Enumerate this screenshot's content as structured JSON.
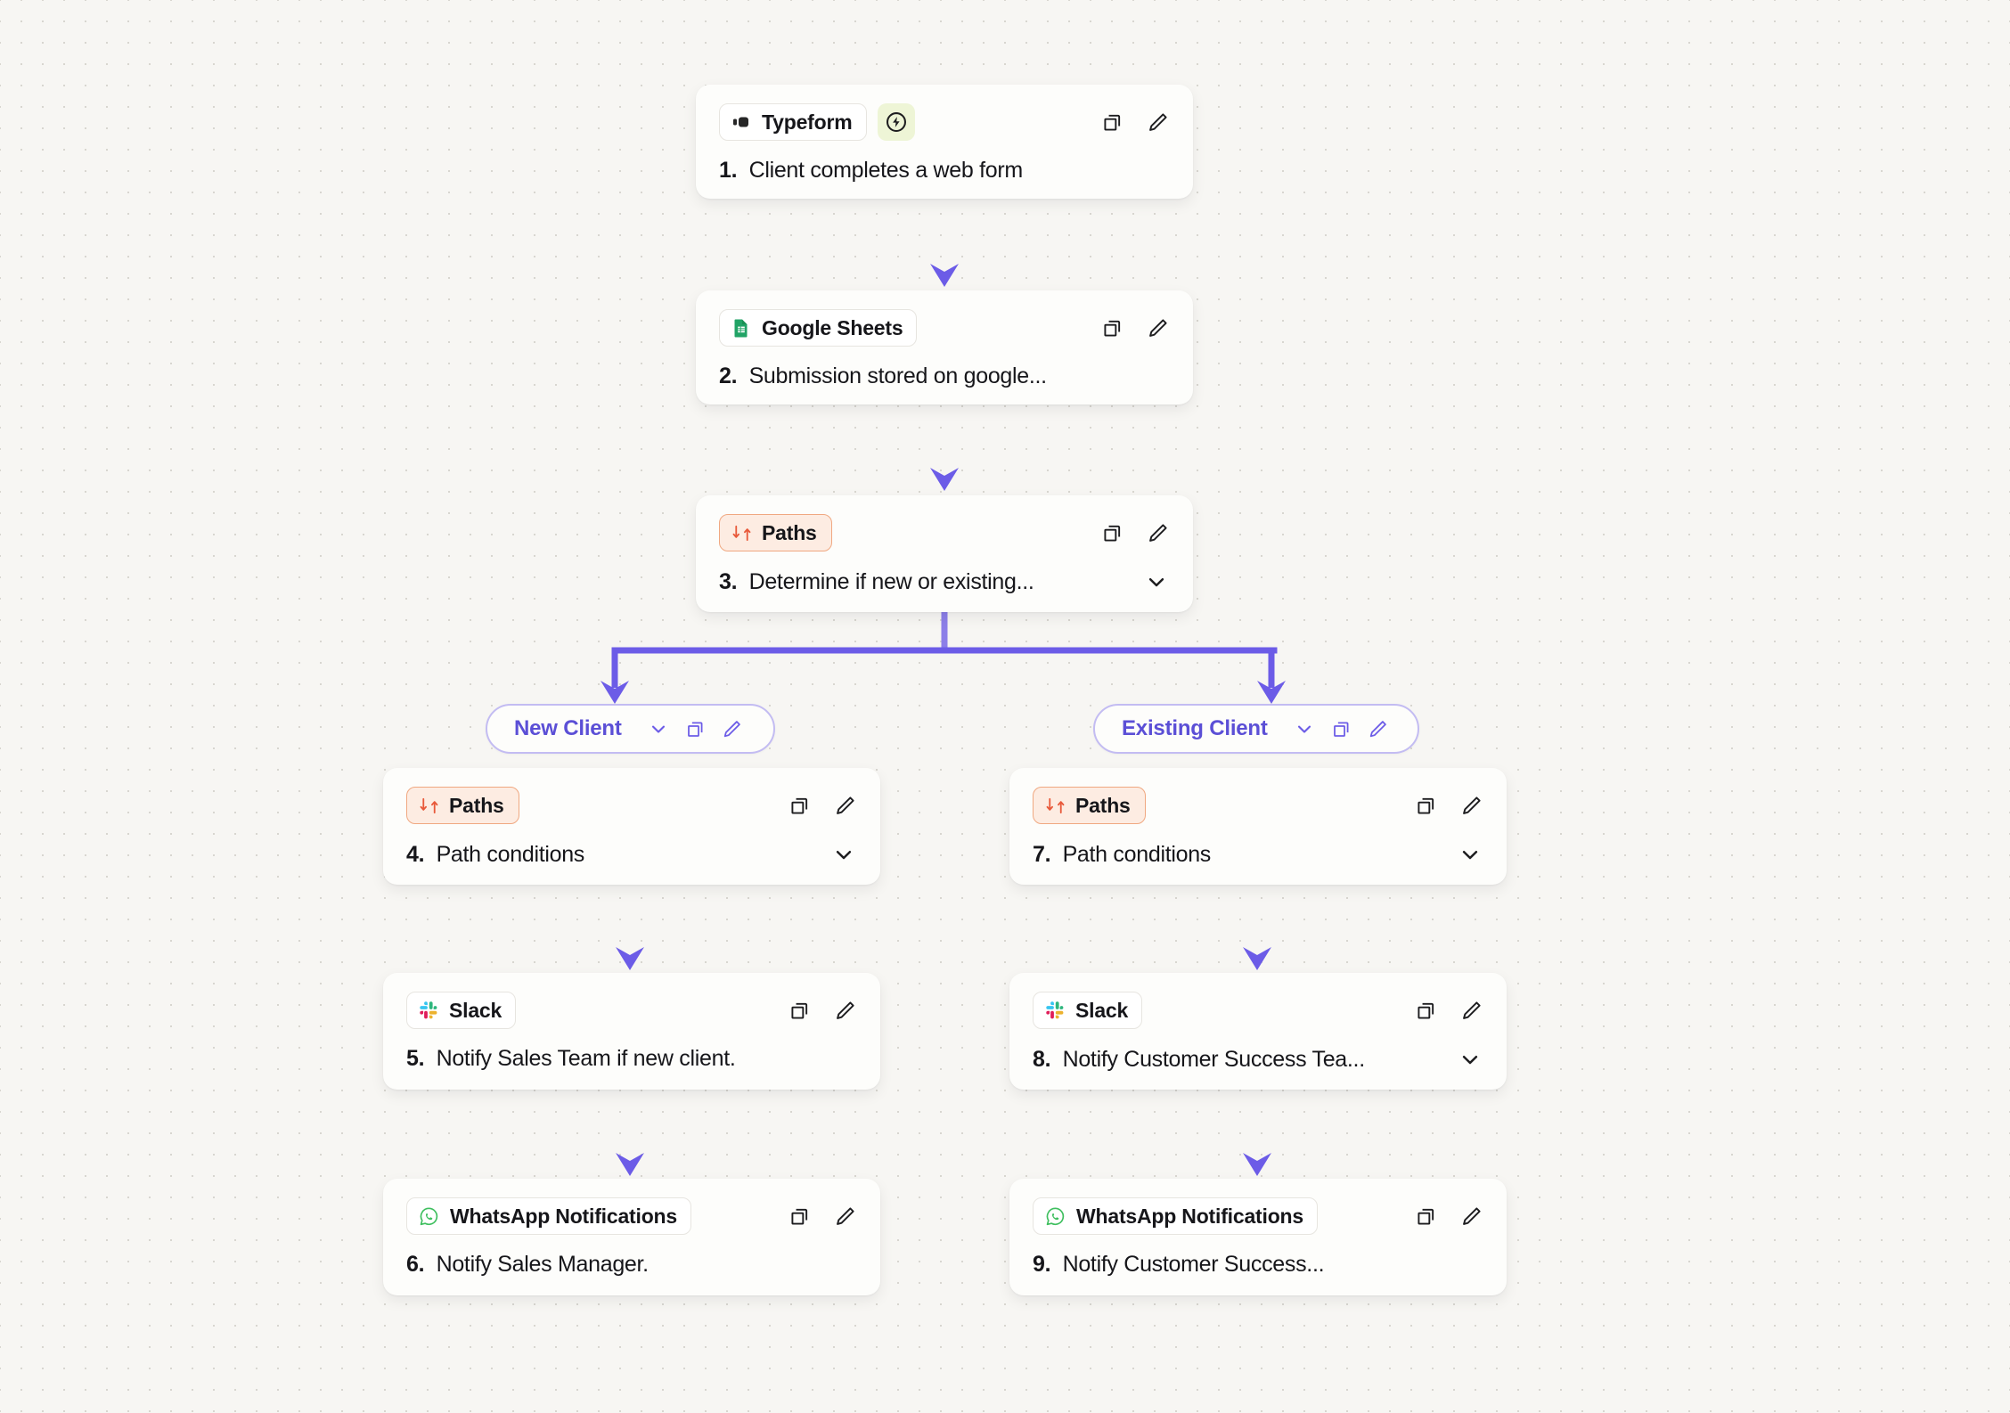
{
  "canvas": {
    "background_color": "#f7f6f3",
    "dot_color": "#d8d6d0",
    "connector_color": "#6c5ce7",
    "connector_color_light": "#a79ef0"
  },
  "icons": {
    "copy": "copy-icon",
    "edit": "pencil-edit-icon",
    "chevron": "chevron-down-icon",
    "trigger": "lightning-bolt-trigger-icon",
    "paths": "paths-branch-icon",
    "typeform": "typeform-logo-icon",
    "google_sheets": "google-sheets-logo-icon",
    "slack": "slack-logo-icon",
    "whatsapp": "whatsapp-logo-icon"
  },
  "nodes": [
    {
      "id": "node-1",
      "app": "Typeform",
      "app_icon": "typeform-logo-icon",
      "step_number": "1.",
      "description": "Client completes a web form",
      "has_trigger_badge": true,
      "has_chevron": false,
      "has_copy": true,
      "has_edit": true
    },
    {
      "id": "node-2",
      "app": "Google Sheets",
      "app_icon": "google-sheets-logo-icon",
      "step_number": "2.",
      "description": "Submission stored on google...",
      "has_trigger_badge": false,
      "has_chevron": false,
      "has_copy": true,
      "has_edit": true
    },
    {
      "id": "node-3",
      "app": "Paths",
      "app_icon": "paths-branch-icon",
      "step_number": "3.",
      "description": "Determine if new or existing...",
      "has_trigger_badge": false,
      "has_chevron": true,
      "has_copy": true,
      "has_edit": true
    },
    {
      "id": "node-4",
      "app": "Paths",
      "app_icon": "paths-branch-icon",
      "step_number": "4.",
      "description": "Path conditions",
      "has_trigger_badge": false,
      "has_chevron": true,
      "has_copy": true,
      "has_edit": true
    },
    {
      "id": "node-5",
      "app": "Slack",
      "app_icon": "slack-logo-icon",
      "step_number": "5.",
      "description": "Notify Sales Team if new client.",
      "has_trigger_badge": false,
      "has_chevron": false,
      "has_copy": true,
      "has_edit": true
    },
    {
      "id": "node-6",
      "app": "WhatsApp Notifications",
      "app_icon": "whatsapp-logo-icon",
      "step_number": "6.",
      "description": "Notify Sales Manager.",
      "has_trigger_badge": false,
      "has_chevron": false,
      "has_copy": true,
      "has_edit": true
    },
    {
      "id": "node-7",
      "app": "Paths",
      "app_icon": "paths-branch-icon",
      "step_number": "7.",
      "description": "Path conditions",
      "has_trigger_badge": false,
      "has_chevron": true,
      "has_copy": true,
      "has_edit": true
    },
    {
      "id": "node-8",
      "app": "Slack",
      "app_icon": "slack-logo-icon",
      "step_number": "8.",
      "description": "Notify Customer Success Tea...",
      "has_trigger_badge": false,
      "has_chevron": true,
      "has_copy": true,
      "has_edit": true
    },
    {
      "id": "node-9",
      "app": "WhatsApp Notifications",
      "app_icon": "whatsapp-logo-icon",
      "step_number": "9.",
      "description": "Notify Customer Success...",
      "has_trigger_badge": false,
      "has_chevron": false,
      "has_copy": true,
      "has_edit": true
    }
  ],
  "branches": [
    {
      "id": "branch-left",
      "label": "New Client"
    },
    {
      "id": "branch-right",
      "label": "Existing Client"
    }
  ]
}
